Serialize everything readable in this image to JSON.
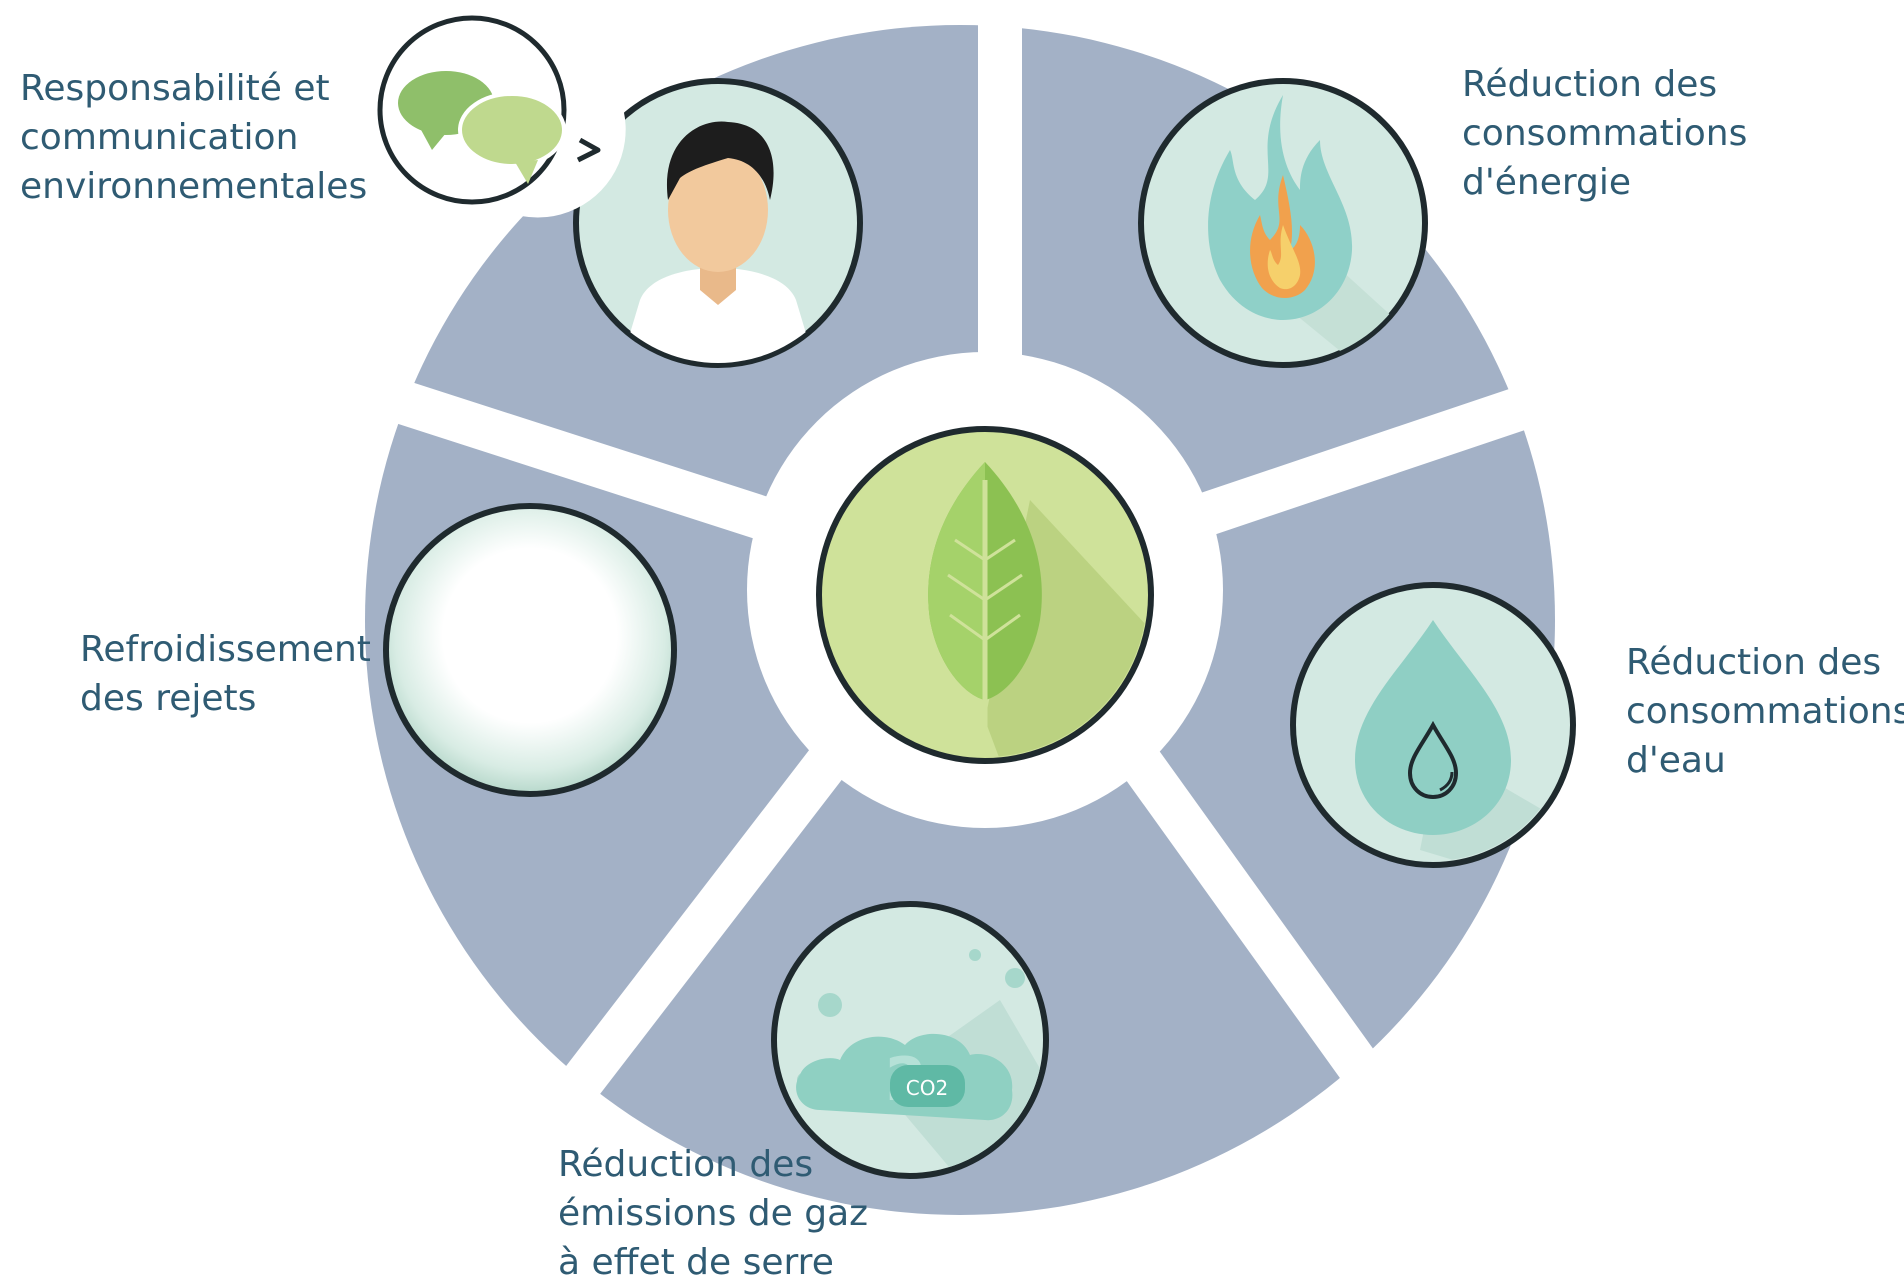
{
  "diagram": {
    "center": {
      "icon": "leaf-icon"
    },
    "segments": [
      {
        "key": "responsabilite",
        "lines": [
          "Responsabilité et",
          "communication",
          "environnementales"
        ],
        "icon": "person-icon",
        "extra_icon": "speech-bubbles-icon"
      },
      {
        "key": "energie",
        "lines": [
          "Réduction des",
          "consommations",
          "d'énergie"
        ],
        "icon": "flame-icon"
      },
      {
        "key": "eau",
        "lines": [
          "Réduction des",
          "consommations",
          "d'eau"
        ],
        "icon": "water-drop-icon"
      },
      {
        "key": "gaz",
        "lines": [
          "Réduction des",
          "émissions de gaz",
          "à effet de serre"
        ],
        "icon": "co2-cloud-icon",
        "icon_text": [
          "CO2",
          "2"
        ]
      },
      {
        "key": "refroidissement",
        "lines": [
          "Refroidissement",
          "des rejets"
        ],
        "icon": "cooling-glow-icon"
      }
    ]
  },
  "colors": {
    "ring": "#a3b1c6",
    "text": "#2f5b73",
    "circle_bg": "#d3e9e2",
    "center_bg": "#cfe29a",
    "leaf": "#8cc152",
    "outline": "#1f2a2e"
  }
}
